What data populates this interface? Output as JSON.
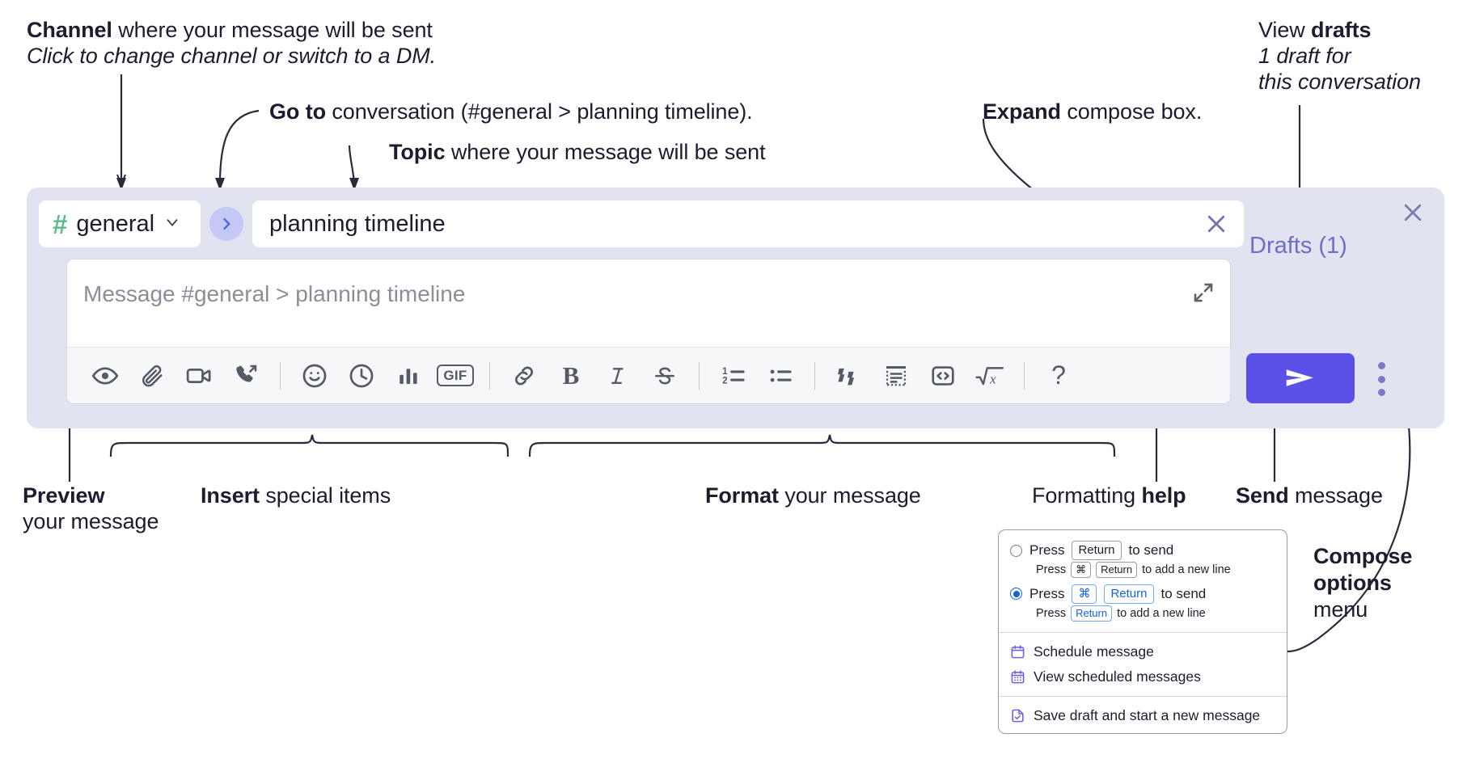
{
  "annotations": {
    "channel": {
      "bold": "Channel",
      "rest": " where your message will be sent",
      "sub": "Click to change channel or switch to a DM."
    },
    "goto": {
      "bold": "Go to",
      "rest": " conversation (#general > planning timeline)."
    },
    "topic": {
      "bold": "Topic",
      "rest": " where your message will be sent"
    },
    "expand": {
      "bold": "Expand",
      "rest": " compose box."
    },
    "drafts": {
      "pre": "View ",
      "bold": "drafts",
      "sub1": "1 draft for",
      "sub2": "this conversation"
    },
    "preview": {
      "bold": "Preview",
      "sub": "your message"
    },
    "insert": {
      "bold": "Insert",
      "rest": " special items"
    },
    "format": {
      "bold": "Format",
      "rest": " your message"
    },
    "help": {
      "pre": "Formatting ",
      "bold": "help"
    },
    "send": {
      "bold": "Send",
      "rest": " message"
    },
    "compose_options": {
      "bold1": "Compose",
      "bold2": "options",
      "rest": "menu"
    }
  },
  "compose": {
    "channel_name": "general",
    "hash_symbol": "#",
    "topic_value": "planning timeline",
    "message_placeholder": "Message #general > planning timeline",
    "drafts_label": "Drafts (1)",
    "icons": {
      "close": "close-icon",
      "chevron_down": "chevron-down-icon",
      "goto_arrow": "chevron-right-icon",
      "topic_clear": "close-icon",
      "expand": "expand-arrows-icon",
      "send": "send-plane-icon",
      "kebab": "vertical-dots-icon"
    },
    "toolbar": [
      {
        "name": "preview-icon",
        "label": "Preview"
      },
      {
        "name": "attachment-icon",
        "label": "Attach file"
      },
      {
        "name": "video-camera-icon",
        "label": "Video clip"
      },
      {
        "name": "phone-forward-icon",
        "label": "Audio clip"
      },
      {
        "sep": true
      },
      {
        "name": "emoji-icon",
        "label": "Emoji"
      },
      {
        "name": "clock-icon",
        "label": "Reminder"
      },
      {
        "name": "poll-bar-chart-icon",
        "label": "Poll"
      },
      {
        "name": "gif-icon",
        "label": "GIF"
      },
      {
        "sep": true
      },
      {
        "name": "link-icon",
        "label": "Link"
      },
      {
        "name": "bold-icon",
        "label": "B"
      },
      {
        "name": "italic-icon",
        "label": "I"
      },
      {
        "name": "strikethrough-icon",
        "label": "Strikethrough"
      },
      {
        "sep": true
      },
      {
        "name": "ordered-list-icon",
        "label": "Ordered list"
      },
      {
        "name": "bulleted-list-icon",
        "label": "Bulleted list"
      },
      {
        "sep": true
      },
      {
        "name": "blockquote-icon",
        "label": "Blockquote"
      },
      {
        "name": "code-block-icon",
        "label": "Code block"
      },
      {
        "name": "inline-code-icon",
        "label": "Code"
      },
      {
        "name": "math-icon",
        "label": "Math"
      },
      {
        "sep": true
      },
      {
        "name": "help-question-icon",
        "label": "?"
      }
    ]
  },
  "menu": {
    "option1": {
      "selected": false,
      "pre": "Press",
      "key": "Return",
      "post": "to send",
      "sub_pre": "Press",
      "sub_key1": "⌘",
      "sub_key2": "Return",
      "sub_post": "to add a new line"
    },
    "option2": {
      "selected": true,
      "pre": "Press",
      "key1": "⌘",
      "key2": "Return",
      "post": "to send",
      "sub_pre": "Press",
      "sub_key": "Return",
      "sub_post": "to add a new line"
    },
    "items": [
      {
        "icon": "calendar-icon",
        "label": "Schedule message"
      },
      {
        "icon": "calendar-grid-icon",
        "label": "View scheduled messages"
      },
      {
        "divider": true
      },
      {
        "icon": "document-check-icon",
        "label": "Save draft and start a new message"
      }
    ]
  },
  "colors": {
    "compose_bg": "#e1e3f1",
    "accent_purple": "#5b51e8",
    "drafts_text": "#6c6fc4",
    "hash_green": "#5bbd87",
    "goto_bg": "#c3c9f4",
    "radio_blue": "#1264e0",
    "ink": "#1d1c2e"
  }
}
